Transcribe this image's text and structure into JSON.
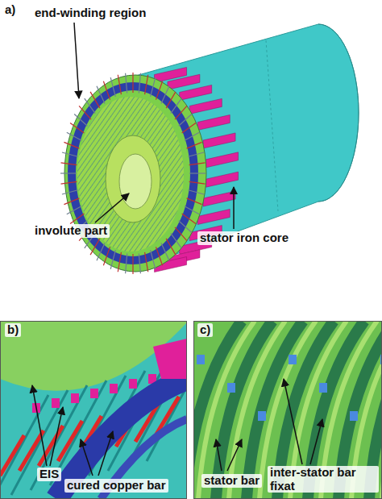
{
  "diagram": {
    "labels": [
      "a)",
      "end-winding region",
      "involute part",
      "stator iron core",
      "b)",
      "EIS",
      "cured copper bar",
      "c)",
      "stator bar",
      "inter-stator bar fixat"
    ]
  }
}
